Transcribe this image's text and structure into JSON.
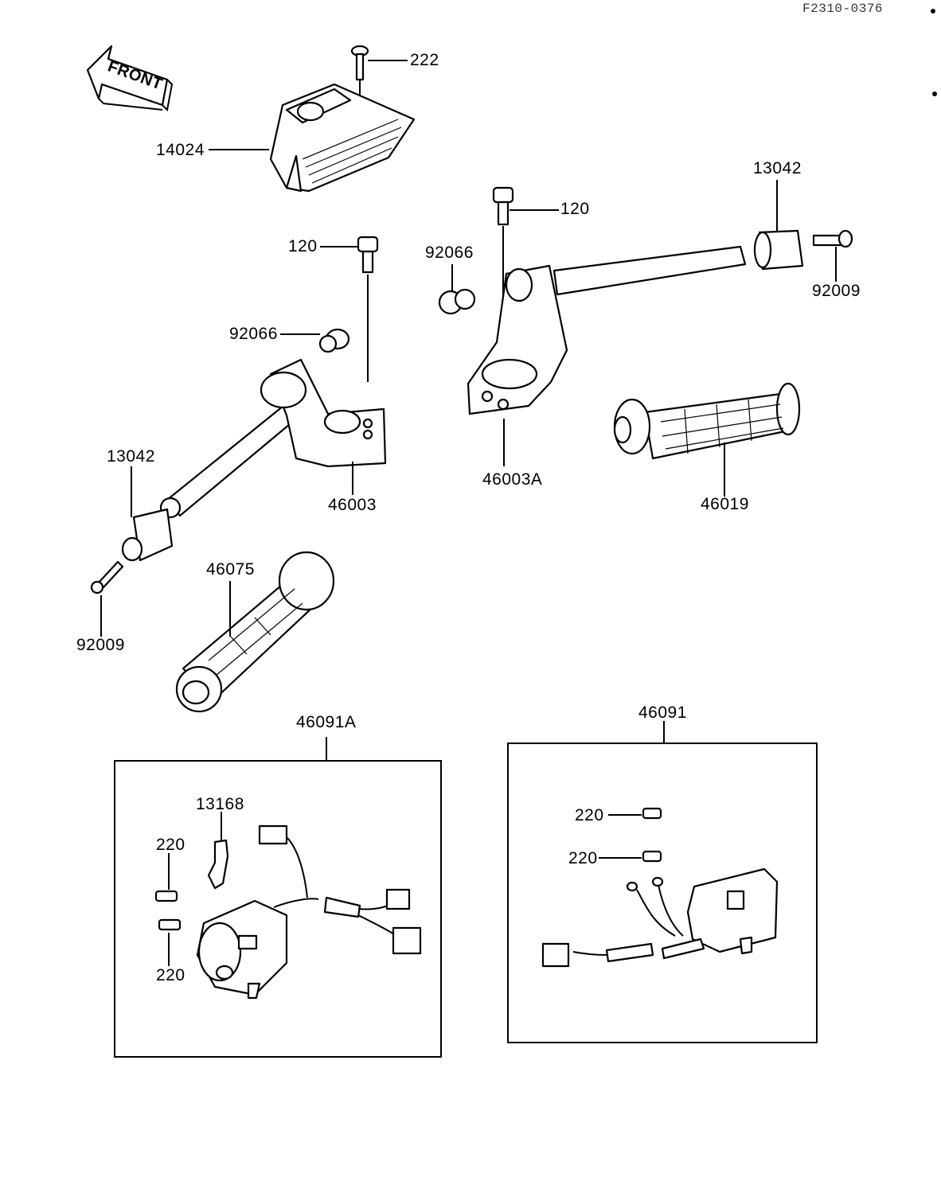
{
  "diagram_code": "F2310-0376",
  "front_arrow": {
    "label": "FRONT",
    "icon": "front-arrow-icon"
  },
  "labels": {
    "screw_222": "222",
    "cover_14024": "14024",
    "bolt_120_left": "120",
    "bolt_120_right": "120",
    "collar_92066_left": "92066",
    "collar_92066_right": "92066",
    "weight_13042_left": "13042",
    "weight_13042_right": "13042",
    "screw_92009_left": "92009",
    "screw_92009_right": "92009",
    "handlebar_46003": "46003",
    "handlebar_46003A": "46003A",
    "grip_46019": "46019",
    "grip_46075": "46075",
    "switch_46091A": "46091A",
    "switch_46091": "46091",
    "clamp_13168": "13168",
    "screw_220_a": "220",
    "screw_220_b": "220",
    "screw_220_c": "220",
    "screw_220_d": "220"
  }
}
